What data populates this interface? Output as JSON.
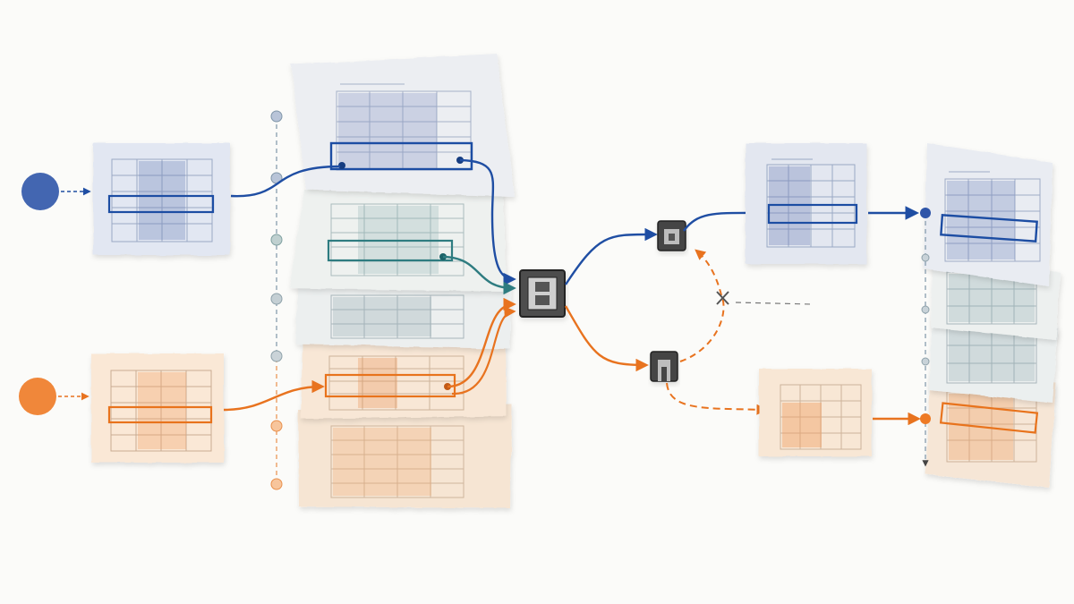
{
  "colors": {
    "blue": "#1f4ea3",
    "blue_wash": "#8c9dc8",
    "teal": "#2e7c80",
    "teal_wash": "#8fa9ab",
    "orange": "#e8731f",
    "orange_wash": "#f2b27a",
    "slate": "#6c8a9a",
    "ink": "#333333",
    "paper": "#f4f3ef"
  },
  "diagram": {
    "sources": [
      {
        "id": "source-blue",
        "color": "blue"
      },
      {
        "id": "source-orange",
        "color": "orange"
      }
    ],
    "record_stack": [
      "blue",
      "teal",
      "slate",
      "orange",
      "orange"
    ],
    "merge_node": {
      "icon": "merge-block-icon"
    },
    "router_nodes": [
      {
        "id": "router-blue",
        "icon": "router-block-icon"
      },
      {
        "id": "router-orange",
        "icon": "router-block-icon"
      }
    ],
    "rejected_marker": {
      "icon": "cross-icon"
    },
    "output_stack": [
      "blue",
      "slate",
      "slate",
      "orange"
    ]
  }
}
